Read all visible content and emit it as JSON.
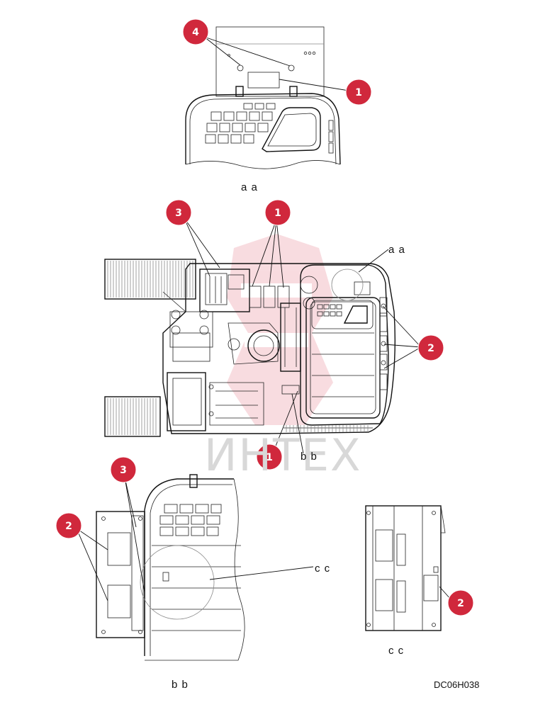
{
  "labels": {
    "view_aa_top": "a a",
    "view_aa_side": "a a",
    "view_bb_mid": "b b",
    "view_bb_bottom": "b b",
    "view_cc_pointer": "c c",
    "view_cc_bottom": "c c",
    "drawing_code": "DC06H038"
  },
  "watermark": {
    "text": "ИНТЕХ",
    "color": "#d8d8d8"
  },
  "callout_color": "#d0283c",
  "callouts": [
    "4",
    "1",
    "3",
    "1",
    "2",
    "1",
    "3",
    "2",
    "2"
  ]
}
